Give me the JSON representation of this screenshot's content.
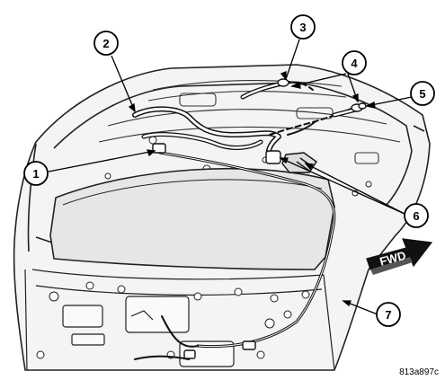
{
  "callouts": [
    {
      "number": "1"
    },
    {
      "number": "2"
    },
    {
      "number": "3"
    },
    {
      "number": "4"
    },
    {
      "number": "5"
    },
    {
      "number": "6"
    },
    {
      "number": "7"
    }
  ],
  "direction_arrow": {
    "label": "FWD"
  },
  "figure_id": "813a897c"
}
